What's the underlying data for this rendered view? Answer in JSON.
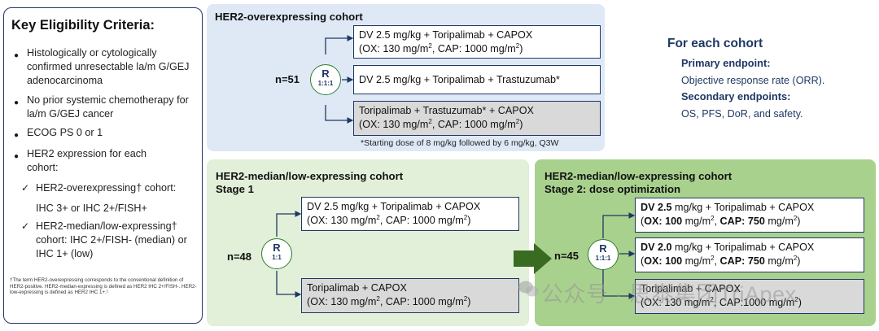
{
  "eligibility": {
    "title": "Key Eligibility Criteria:",
    "criteria": [
      "Histologically or cytologically confirmed unresectable la/m G/GEJ adenocarcinoma",
      "No prior systemic chemotherapy for la/m G/GEJ cancer",
      "ECOG PS 0 or 1",
      "HER2 expression for each cohort:"
    ],
    "sub_criteria": [
      "HER2-overexpressing† cohort:",
      "IHC 3+ or IHC 2+/FISH+",
      "HER2-median/low-expressing† cohort: IHC 2+/FISH- (median) or IHC 1+ (low)"
    ],
    "footnote": "†The term HER2-overexpressing corresponds to the conventional definition of HER2-positive. HER2-median-expressing is defined as HER2 IHC 2+/FISH-. HER2-low-expressing is defined as HER2 IHC 1+.¹"
  },
  "cohort1": {
    "title": "HER2-overexpressing cohort",
    "n": "n=51",
    "r_label": "R",
    "ratio": "1:1:1",
    "arm1_line1": "DV 2.5 mg/kg + Toripalimab + CAPOX",
    "arm1_line2_pre": "(OX: 130 mg/m",
    "arm1_line2_mid": ", CAP: 1000 mg/m",
    "arm1_line2_post": ")",
    "arm2": "DV 2.5 mg/kg + Toripalimab + Trastuzumab*",
    "arm3_line1": "Toripalimab + Trastuzumab* + CAPOX",
    "arm3_line2_pre": "(OX: 130 mg/m",
    "arm3_line2_mid": ", CAP: 1000 mg/m",
    "arm3_line2_post": ")",
    "footnote": "*Starting dose of 8 mg/kg followed by 6 mg/kg, Q3W"
  },
  "cohort2": {
    "title_line1": "HER2-median/low-expressing cohort",
    "title_line2": "Stage 1",
    "n": "n=48",
    "r_label": "R",
    "ratio": "1:1",
    "arm1_line1": "DV 2.5 mg/kg + Toripalimab + CAPOX",
    "arm1_line2_pre": "(OX: 130 mg/m",
    "arm1_line2_mid": ", CAP: 1000 mg/m",
    "arm1_line2_post": ")",
    "arm2_line1": "Toripalimab + CAPOX",
    "arm2_line2_pre": "(OX: 130 mg/m",
    "arm2_line2_mid": ", CAP: 1000 mg/m",
    "arm2_line2_post": ")"
  },
  "cohort3": {
    "title_line1": "HER2-median/low-expressing cohort",
    "title_line2": "Stage 2: dose optimization",
    "n": "n=45",
    "r_label": "R",
    "ratio": "1:1:1",
    "arm1_dose": "DV 2.5",
    "arm1_rest": " mg/kg + Toripalimab + CAPOX",
    "arm2_dose": "DV 2.0",
    "arm2_rest": " mg/kg + Toripalimab + CAPOX",
    "ox_label": "OX: 100",
    "cap_label": "CAP: 750",
    "unit_mg_m": " mg/m",
    "arm3_line1": "Toripalimab + CAPOX",
    "arm3_line2_pre": "(OX: 130 mg/m",
    "arm3_line2_mid": ", CAP:1000 mg/m",
    "arm3_line2_post": ")"
  },
  "sup2": "2",
  "endpoints": {
    "heading": "For each cohort",
    "primary_label": "Primary endpoint:",
    "primary_text": "Objective response rate (ORR).",
    "secondary_label": "Secondary endpoints:",
    "secondary_text": "OS, PFS, DoR, and safety."
  },
  "watermark": "公众号 · 思泰集团TriApex",
  "colors": {
    "navy": "#1f3864",
    "panel_blue": "#dfe9f6",
    "panel_light_green": "#e2efd9",
    "panel_green": "#a9d18e",
    "arrow_green": "#3a6b22",
    "grey_box": "#d9d9d9"
  }
}
